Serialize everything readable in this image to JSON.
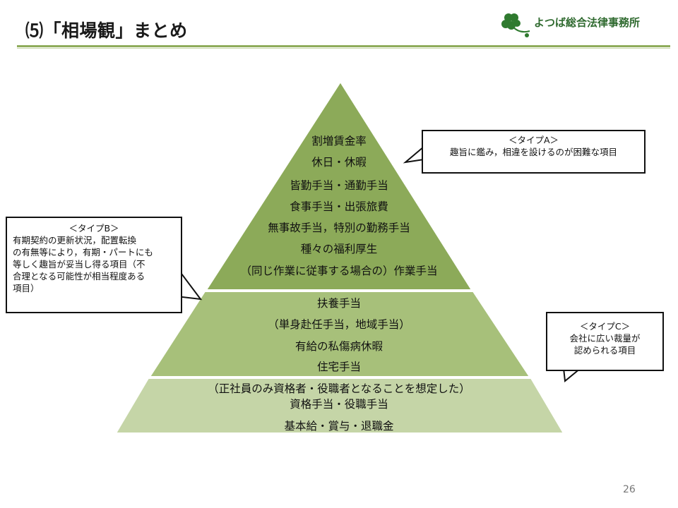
{
  "header": {
    "title": "⑸「相場観」まとめ",
    "logo_text": "よつば総合法律事務所"
  },
  "pyramid": {
    "top_lines": [
      "割増賃金率",
      "休日・休暇",
      "皆勤手当・通勤手当",
      "食事手当・出張旅費",
      "無事故手当，特別の勤務手当",
      "種々の福利厚生",
      "（同じ作業に従事する場合の）作業手当"
    ],
    "middle_lines": [
      "扶養手当",
      "（単身赴任手当，地域手当）",
      "有給の私傷病休暇",
      "住宅手当"
    ],
    "bottom_lines": [
      "（正社員のみ資格者・役職者となることを想定した）",
      "資格手当・役職手当",
      "基本給・賞与・退職金"
    ],
    "colors": {
      "top": "#8caa59",
      "middle": "#a7c07a",
      "bottom": "#c5d5a7"
    }
  },
  "callouts": {
    "type_a": {
      "heading": "＜タイプA＞",
      "body": "趣旨に鑑み，相違を設けるのが困難な項目"
    },
    "type_b": {
      "heading": "＜タイプB＞",
      "lines": [
        "有期契約の更新状況，配置転換",
        "の有無等により，有期・パートにも",
        "等しく趣旨が妥当し得る項目（不",
        "合理となる可能性が相当程度ある",
        "項目）"
      ]
    },
    "type_c": {
      "heading": "＜タイプC＞",
      "lines": [
        "会社に広い裁量が",
        "認められる項目"
      ]
    }
  },
  "footer": {
    "page_number": "26"
  }
}
